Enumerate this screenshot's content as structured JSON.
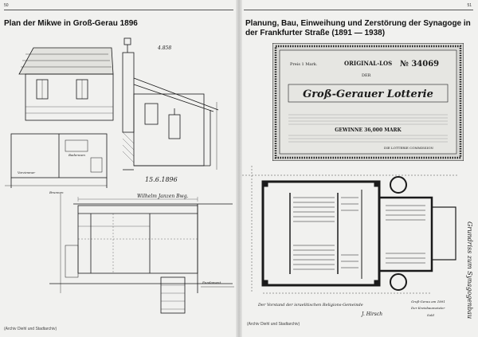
{
  "left_page": {
    "page_number": "50",
    "title": "Plan der Mikwe in Groß-Gerau 1896",
    "caption": "(Archiv Diehl und Stadtarchiv)",
    "drawing_labels": {
      "date": "15.6.1896",
      "signature": "Wilhelm Janzen Bwg.",
      "dim_top": "4.858",
      "room_left": "Vorzimmer",
      "room_right": "Baderaum",
      "ground_label": "Brunnen",
      "lower_label": "Fundament"
    }
  },
  "right_page": {
    "page_number": "51",
    "title": "Planung, Bau, Einweihung und Zerstörung der Synagoge in der Frankfurter Straße (1891 — 1938)",
    "caption": "(Archiv Diehl und Stadtarchiv)",
    "ticket": {
      "price": "Preis 1 Mark.",
      "header": "ORIGINAL-LOS",
      "number": "№ 34069",
      "der": "DER",
      "lottery_name": "Groß-Gerauer Lotterie",
      "prize": "GEWINNE 36,000 MARK",
      "commission": "DIE LOTTERIE COMMISSION"
    },
    "plan_labels": {
      "vertical_script": "Grundriss zum Synagogenbau",
      "footer_left": "Der Vorstand der israelitischen Religions-Gemeinde",
      "footer_sign": "J. Hirsch",
      "footer_right": "Groß-Gerau am 1891",
      "footer_right2": "Der Kreisbaumeister",
      "footer_right3": "Sold"
    }
  },
  "colors": {
    "paper": "#f1f1ef",
    "ink": "#1a1a1a",
    "ticket_bg": "#d9d9d6"
  }
}
